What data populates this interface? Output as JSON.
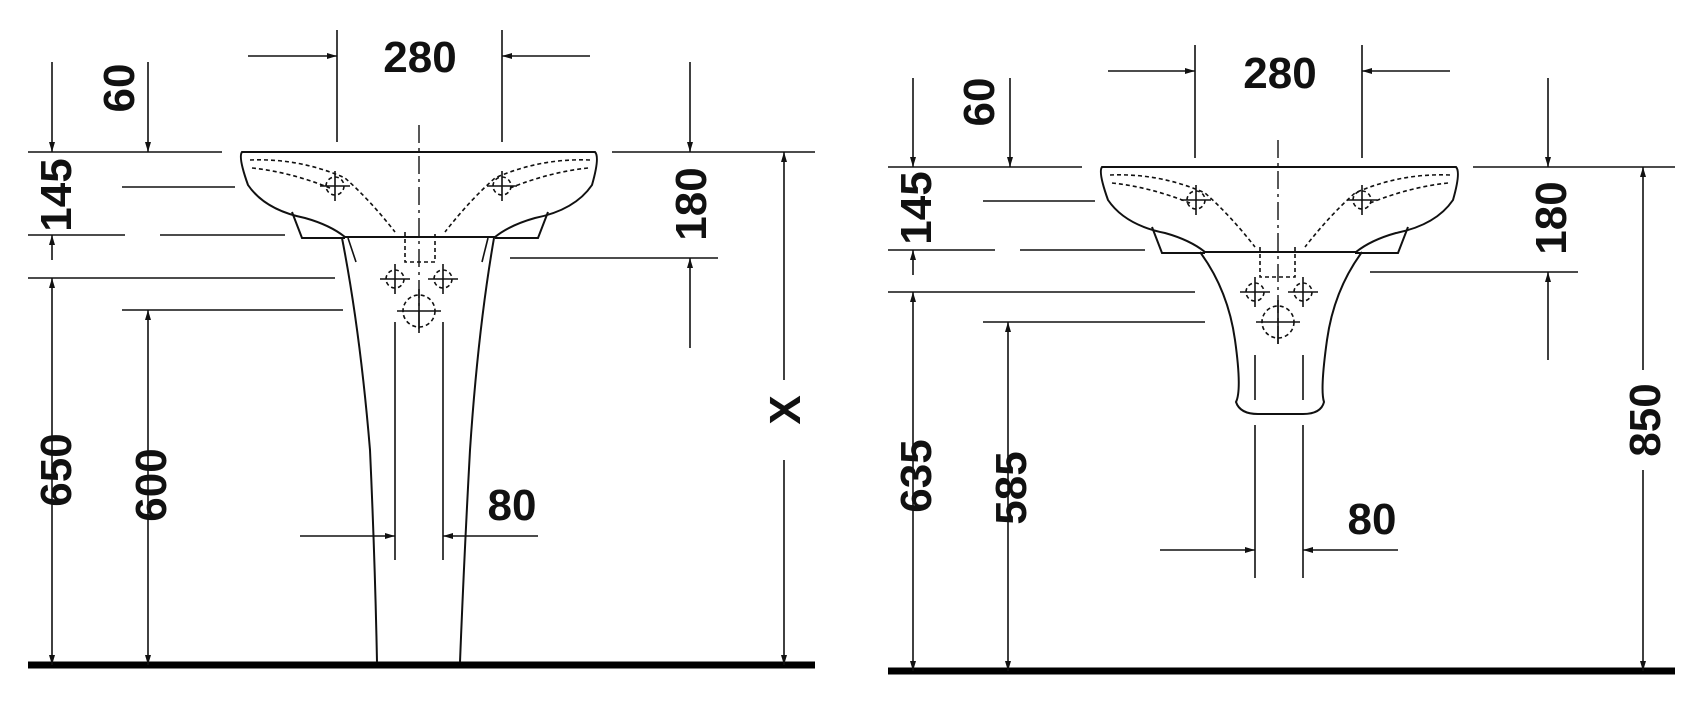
{
  "left_view": {
    "dim_280": "280",
    "dim_60": "60",
    "dim_145": "145",
    "dim_180": "180",
    "dim_650": "650",
    "dim_600": "600",
    "dim_80": "80",
    "dim_x": "X"
  },
  "right_view": {
    "dim_280": "280",
    "dim_60": "60",
    "dim_145": "145",
    "dim_180": "180",
    "dim_635": "635",
    "dim_585": "585",
    "dim_80": "80",
    "dim_850": "850"
  }
}
